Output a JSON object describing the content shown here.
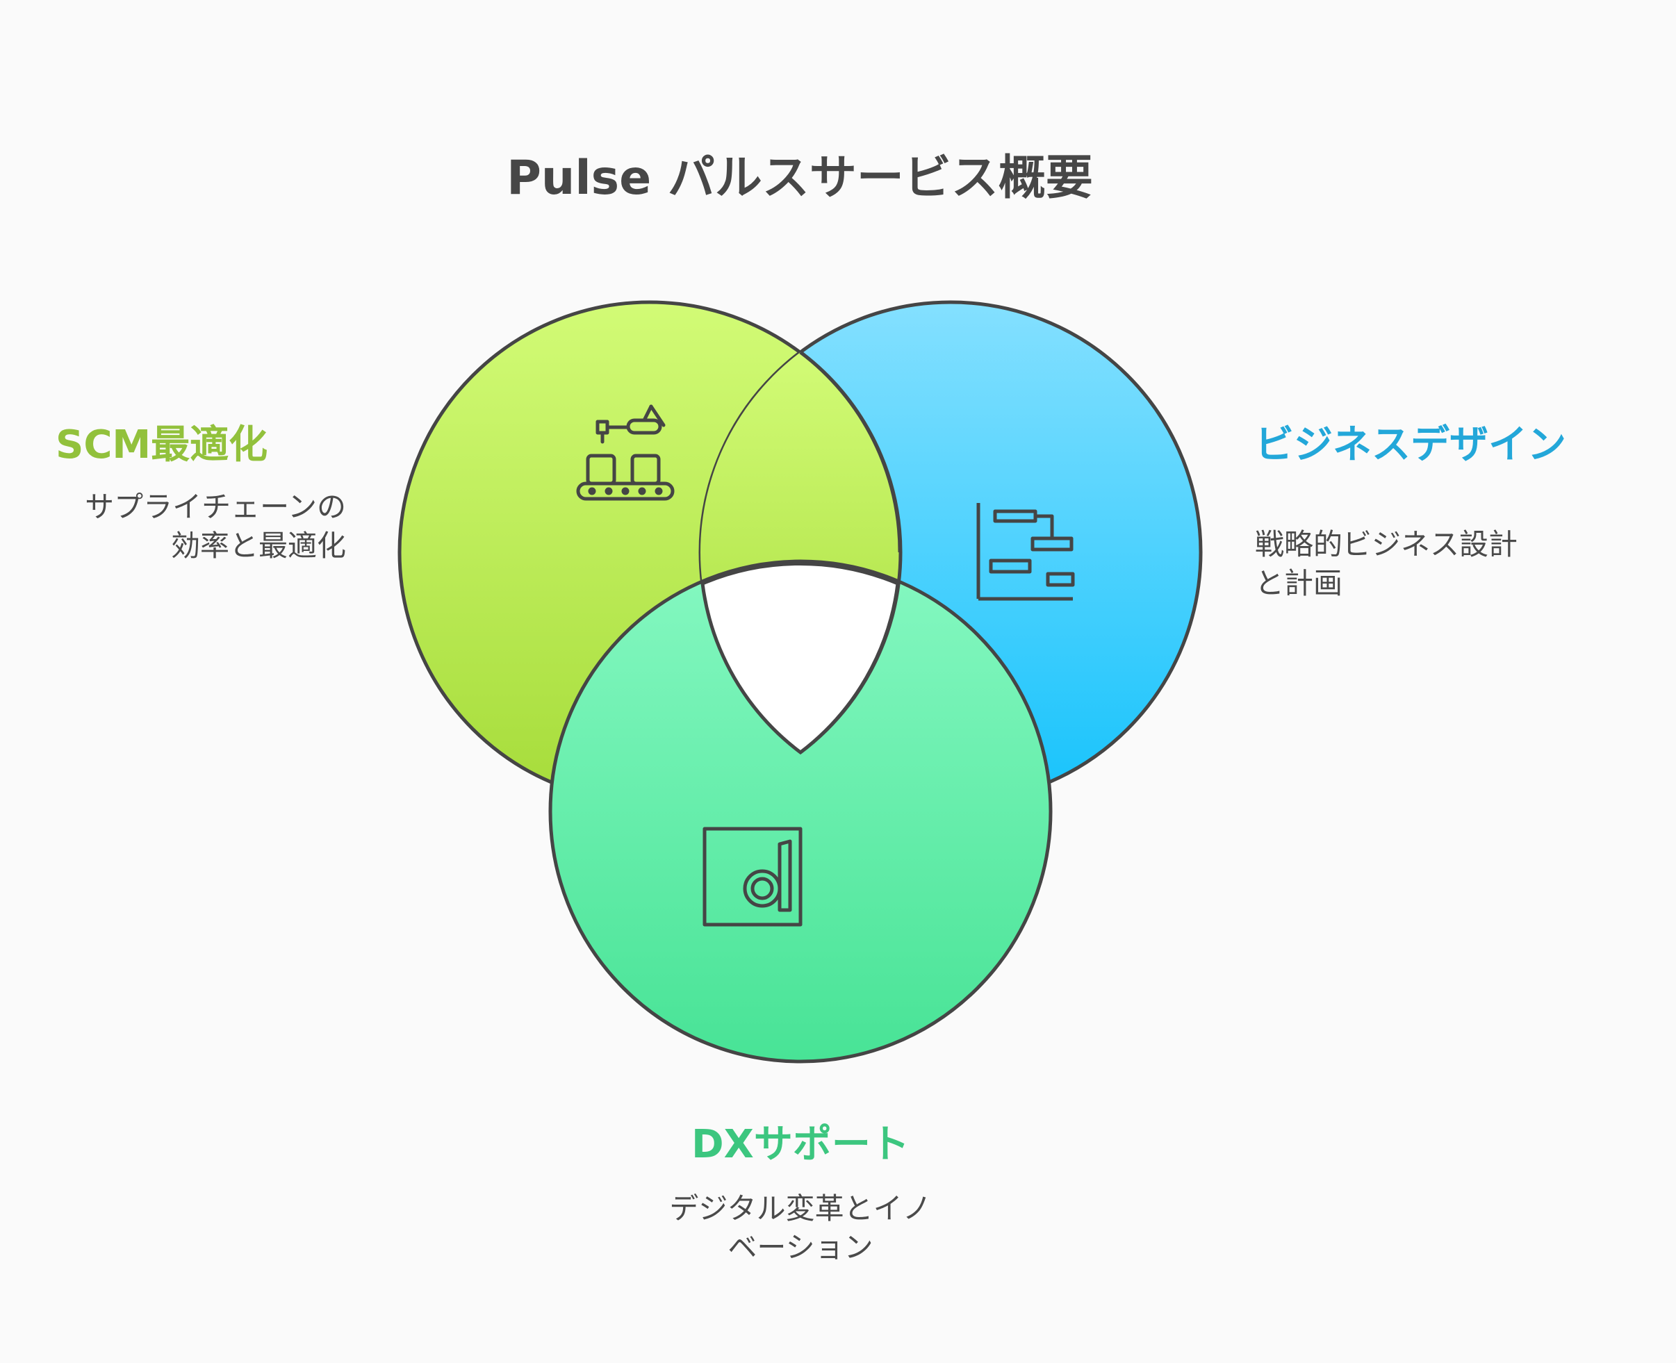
{
  "title": "Pulse パルスサービス概要",
  "sections": {
    "scm": {
      "label": "SCM最適化",
      "desc_line1": "サプライチェーンの",
      "desc_line2": "効率と最適化",
      "color": "#92c13c",
      "icon": "conveyor-robot-icon"
    },
    "business": {
      "label": "ビジネスデザイン",
      "desc_line1": "戦略的ビジネス設計",
      "desc_line2": "と計画",
      "color": "#23a7d9",
      "icon": "gantt-chart-icon"
    },
    "dx": {
      "label": "DXサポート",
      "desc_line1": "デジタル変革とイノ",
      "desc_line2": "ベーション",
      "color": "#3cc67f",
      "icon": "digital-d-icon"
    }
  },
  "colors": {
    "scm_top": "#d2fb76",
    "scm_bottom": "#a6dc3a",
    "business_top": "#84e0ff",
    "business_bottom": "#17c3fc",
    "dx_top": "#85f8c1",
    "dx_bottom": "#48e396",
    "stroke": "#454545",
    "center": "#ffffff"
  }
}
